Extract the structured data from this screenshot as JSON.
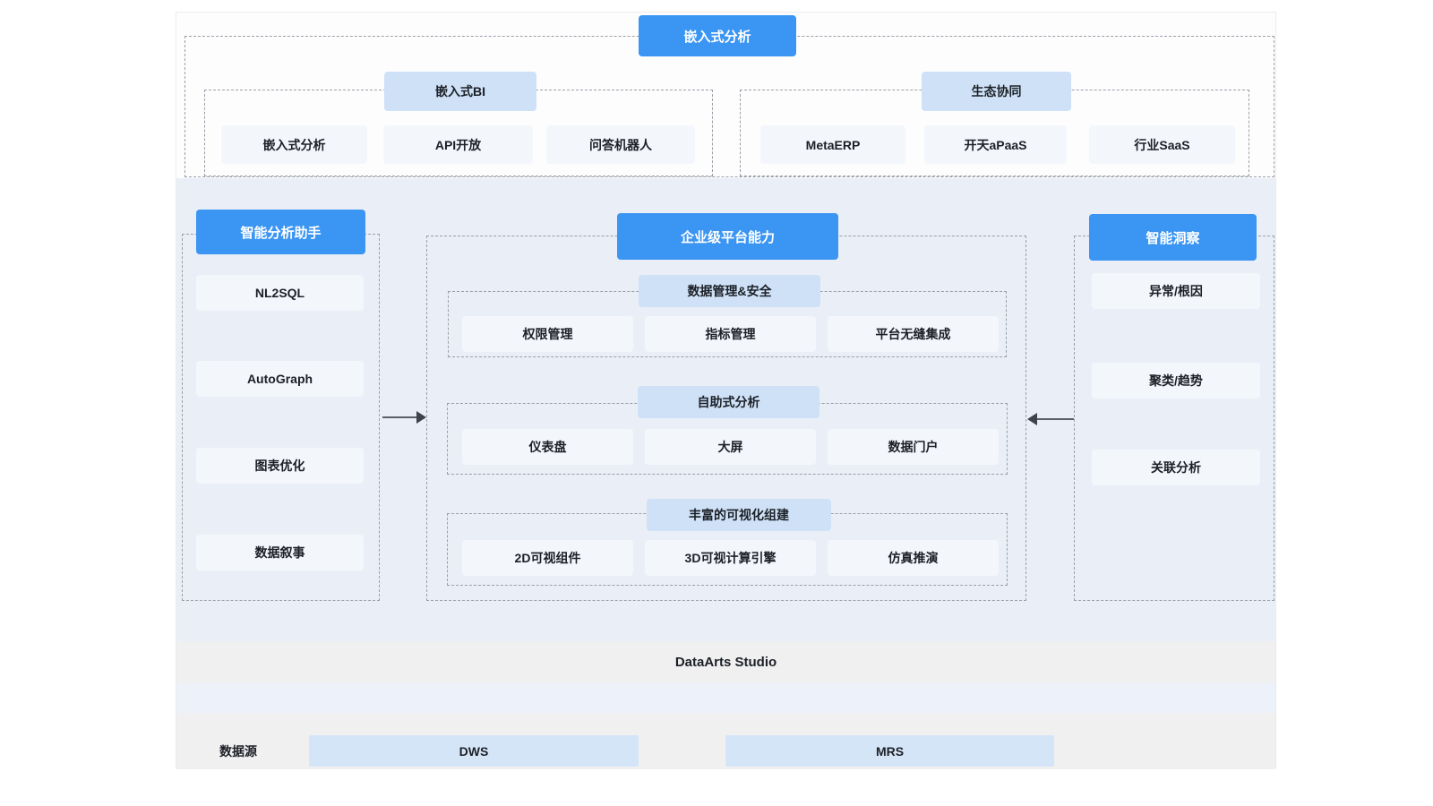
{
  "top_banner": "嵌入式分析",
  "top_section": {
    "groups": [
      {
        "header": "嵌入式BI",
        "items": [
          "嵌入式分析",
          "API开放",
          "问答机器人"
        ]
      },
      {
        "header": "生态协同",
        "items": [
          "MetaERP",
          "开天aPaaS",
          "行业SaaS"
        ]
      }
    ]
  },
  "left_column": {
    "header": "智能分析助手",
    "items": [
      "NL2SQL",
      "AutoGraph",
      "图表优化",
      "数据叙事"
    ]
  },
  "center_column": {
    "header": "企业级平台能力",
    "sections": [
      {
        "header": "数据管理&安全",
        "items": [
          "权限管理",
          "指标管理",
          "平台无缝集成"
        ]
      },
      {
        "header": "自助式分析",
        "items": [
          "仪表盘",
          "大屏",
          "数据门户"
        ]
      },
      {
        "header": "丰富的可视化组建",
        "items": [
          "2D可视组件",
          "3D可视计算引擎",
          "仿真推演"
        ]
      }
    ]
  },
  "right_column": {
    "header": "智能洞察",
    "items": [
      "异常/根因",
      "聚类/趋势",
      "关联分析"
    ]
  },
  "platform_band": "DataArts Studio",
  "datasource": {
    "label": "数据源",
    "items": [
      "DWS",
      "MRS"
    ]
  },
  "colors": {
    "accent_blue": "#3b95f2",
    "sub_header_blue": "#cee1f7",
    "item_bg": "#f3f7fc",
    "source_box_blue": "#d5e5f8",
    "mid_background": "#eaeff7",
    "grey_band": "#f0f0f1",
    "dash_border": "#9aa0a8"
  }
}
